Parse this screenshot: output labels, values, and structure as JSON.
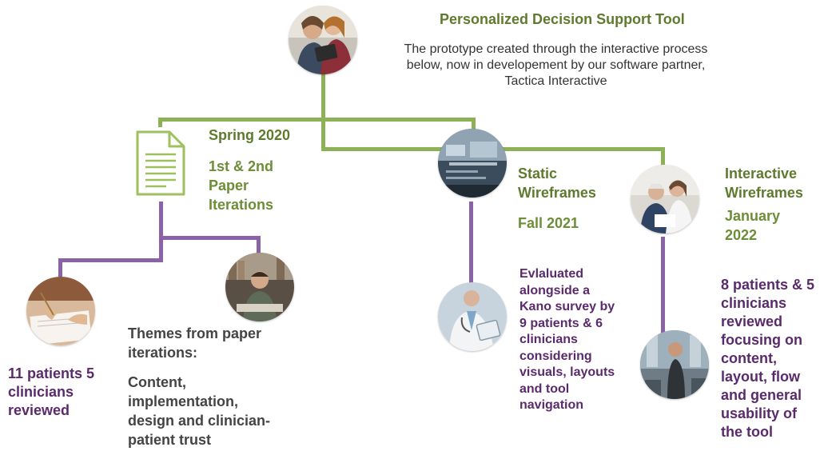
{
  "tool": {
    "title": "Personalized Decision Support Tool",
    "description": "The prototype created through the interactive process below, now in developement by our software partner, Tactica Interactive"
  },
  "spring": {
    "title": "Spring 2020",
    "subtitle": "1st & 2nd Paper Iterations",
    "reviewed": "11 patients 5 clinicians reviewed",
    "themes_heading": "Themes from paper iterations:",
    "themes_body": "Content, implementation, design and clinician-patient trust"
  },
  "static": {
    "title": "Static Wireframes",
    "date": "Fall 2021",
    "evaluation": "Evlaluated alongside a Kano survey by 9  patients & 6 clinicians considering visuals, layouts and tool navigation"
  },
  "interactive": {
    "title": "Interactive Wireframes",
    "date": "January 2022",
    "reviewed": "8 patients & 5 clinicians reviewed focusing on content, layout, flow and general usability of the tool"
  },
  "colors": {
    "green": "#8db255",
    "purple": "#8b62a6",
    "title_green": "#5e7b2d",
    "text_purple": "#5a2a6c"
  },
  "icons": {
    "document": "document-icon"
  }
}
